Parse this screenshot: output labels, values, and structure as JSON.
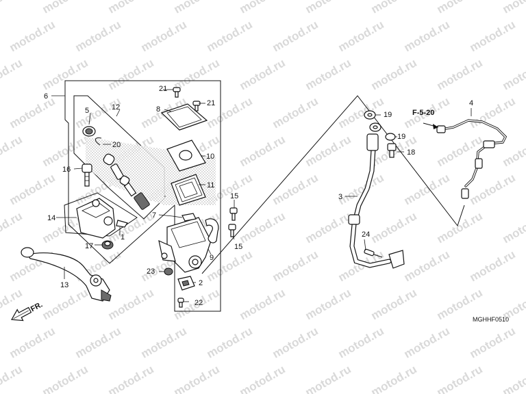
{
  "watermark": "motod.ru",
  "diagram_code": "MGHHF0510",
  "front_arrow": "FR.",
  "reference": "F-5-20",
  "callouts": {
    "c1": "1",
    "c2": "2",
    "c3": "3",
    "c4": "4",
    "c5": "5",
    "c6": "6",
    "c7": "7",
    "c8": "8",
    "c9": "9",
    "c10": "10",
    "c11": "11",
    "c12": "12",
    "c13": "13",
    "c14": "14",
    "c15a": "15",
    "c15b": "15",
    "c16": "16",
    "c17": "17",
    "c18": "18",
    "c19a": "19",
    "c19b": "19",
    "c20": "20",
    "c21a": "21",
    "c21b": "21",
    "c22": "22",
    "c23": "23",
    "c24": "24"
  }
}
